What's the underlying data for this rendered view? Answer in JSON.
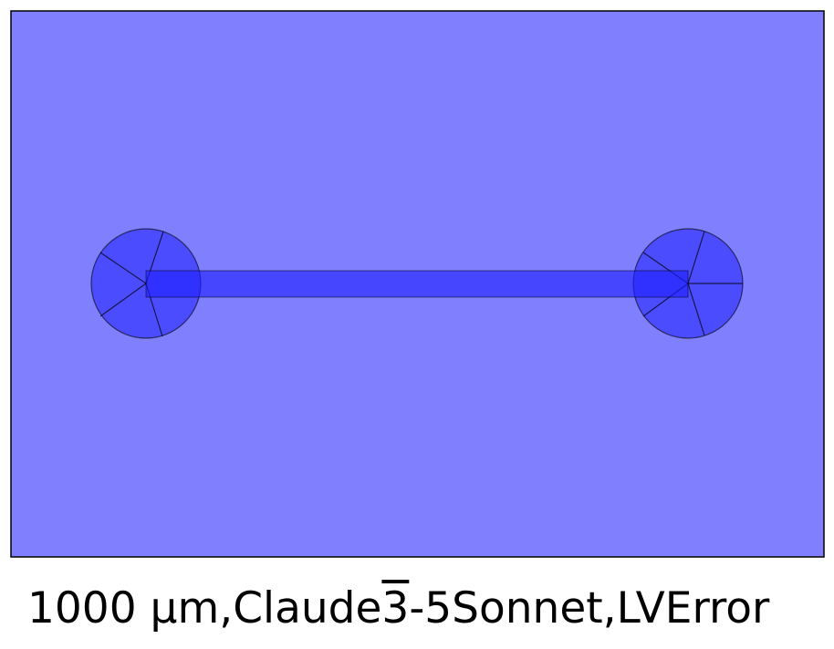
{
  "caption": {
    "scale": "1000 µm,",
    "prefix": "Claude",
    "overlined": "3",
    "suffix": "-5Sonnet,LVError"
  },
  "colors": {
    "substrate": "#8080ff",
    "feature": "#1f1fff",
    "outline": "#000000"
  }
}
